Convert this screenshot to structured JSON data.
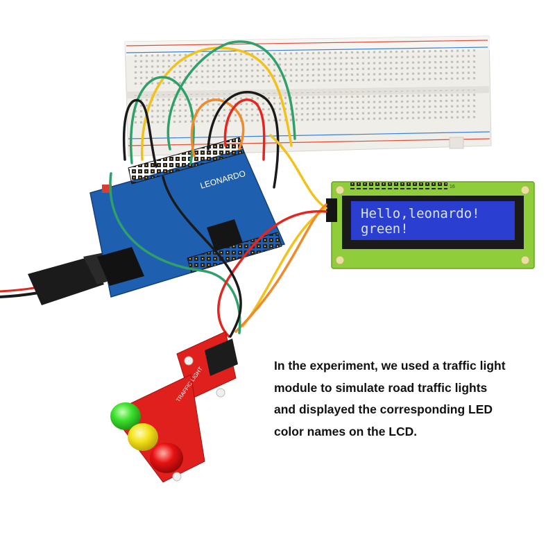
{
  "caption": {
    "lines": [
      "In the experiment, we used a traffic light",
      "module to simulate road traffic lights",
      "and displayed the corresponding LED",
      "color names on the LCD."
    ]
  },
  "lcd": {
    "line1": "Hello,leonardo!",
    "line2": "green!",
    "pin_label": "16"
  },
  "board": {
    "logo": "LEONARDO"
  },
  "traffic_module": {
    "label": "TRAFFIC LIGHT"
  },
  "colors": {
    "lcd_screen": "#2a3fd0",
    "lcd_pcb": "#8fce3a",
    "board_pcb": "#1f5fb0",
    "module_pcb": "#e0201c",
    "wire_green": "#2fa06a",
    "wire_yellow": "#f1c21b",
    "wire_orange": "#f08a2a",
    "wire_red": "#e3261f",
    "wire_black": "#1a1a1a",
    "led_green": "#3be02c",
    "led_yellow": "#f3e21a",
    "led_red": "#e81212"
  }
}
